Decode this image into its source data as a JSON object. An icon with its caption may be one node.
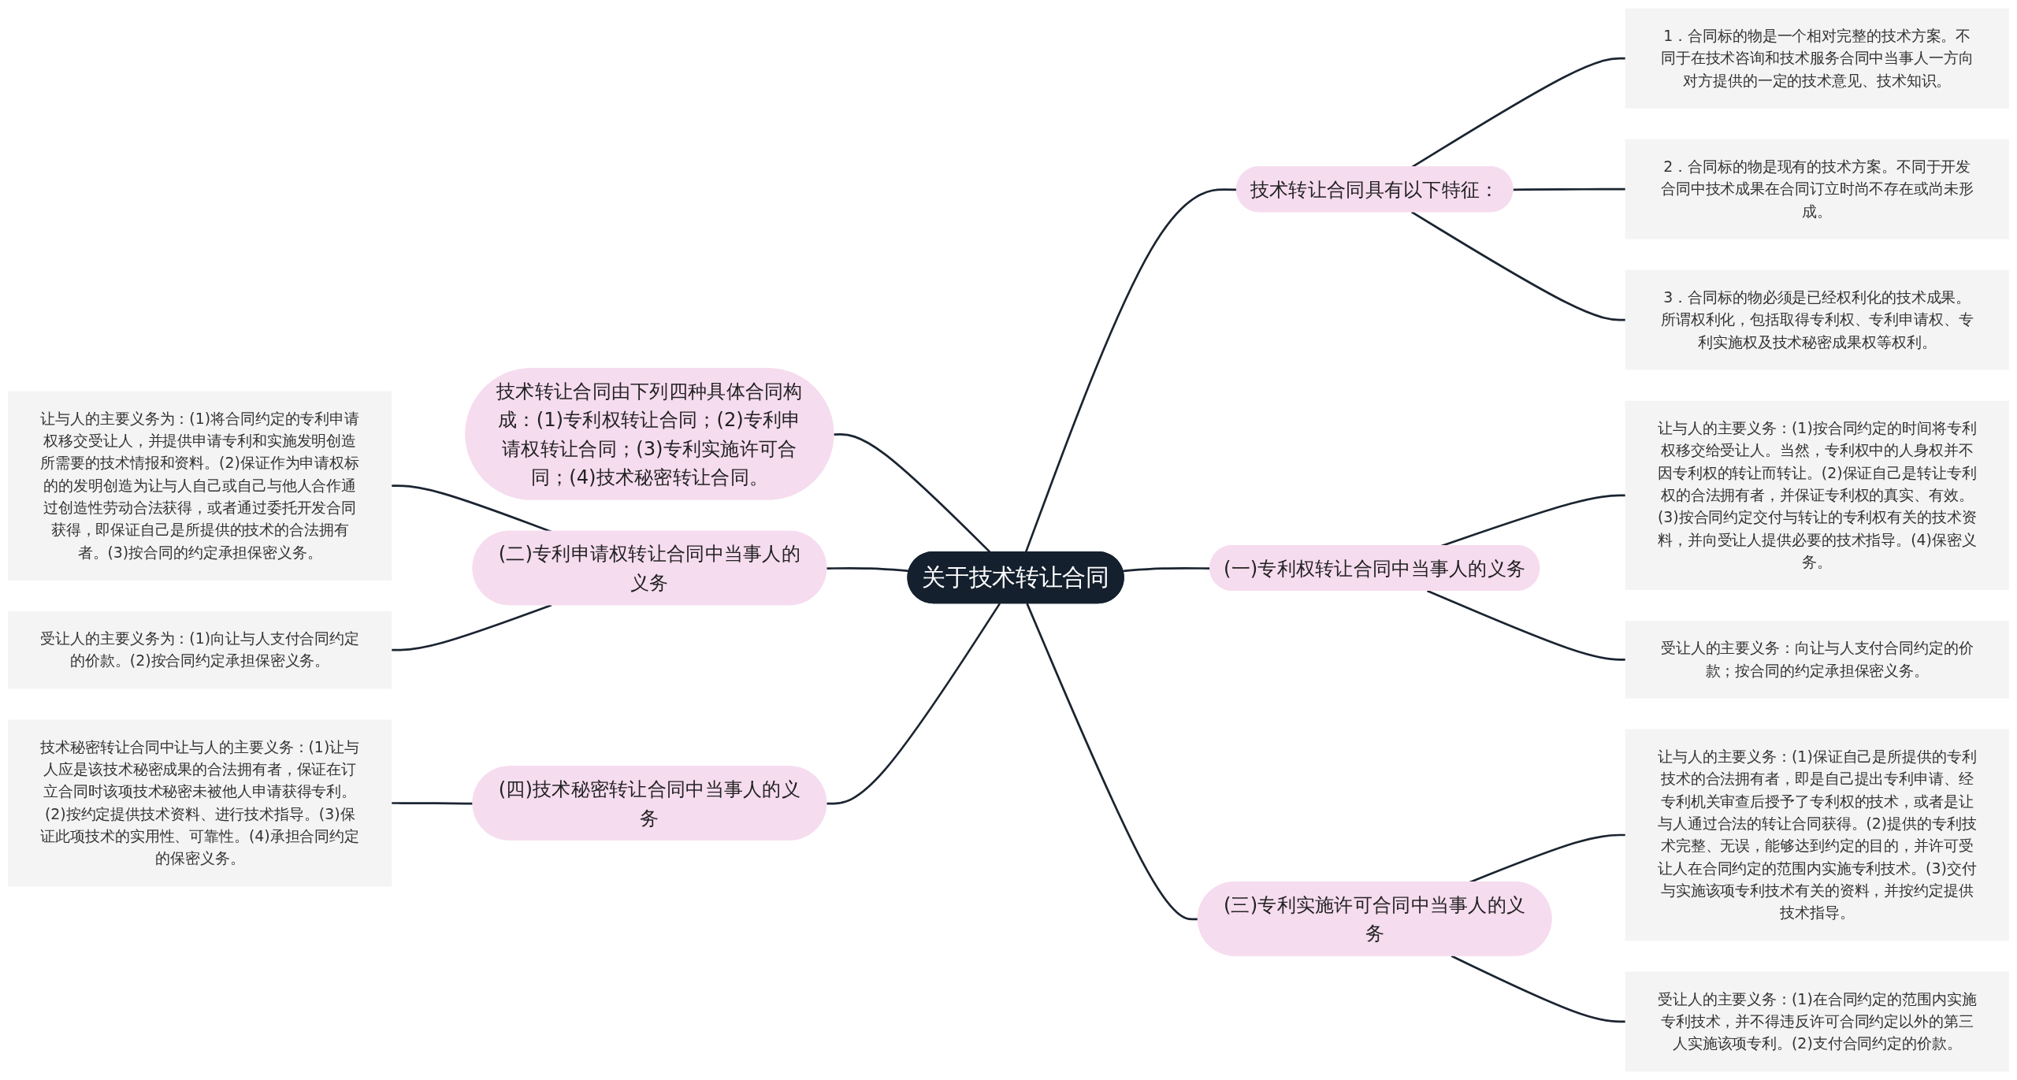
{
  "diagram": {
    "nodes": [
      {
        "text": [
          "关于技术转让合同"
        ]
      },
      {
        "text": [
          "技术转让合同具有以下特征："
        ]
      },
      {
        "text": [
          "1．合同标的物是一个相对完整的技术方案。不同于在技术咨询和技术服务合同中当事人一方向对方提供的一定的技术意见、技术知识。"
        ]
      },
      {
        "text": [
          "2．合同标的物是现有的技术方案。不同于开发合同中技术成果在合同订立时尚不存在或尚未形成。"
        ]
      },
      {
        "text": [
          "3．合同标的物必须是已经权利化的技术成果。所谓权利化，包括取得专利权、专利申请权、专利实施权及技术秘密成果权等权利。"
        ]
      },
      {
        "text": [
          "(一)专利权转让合同中当事人的义务"
        ]
      },
      {
        "text": [
          "让与人的主要义务：(1)按合同约定的时间将专利权移交给受让人。当然，专利权中的人身权并不因专利权的转让而转让。(2)保证自己是转让专利权的合法拥有者，并保证专利权的真实、有效。(3)按合同约定交付与转让的专利权有关的技术资料，并向受让人提供必要的技术指导。(4)保密义务。"
        ]
      },
      {
        "text": [
          "受让人的主要义务：向让与人支付合同约定的价款；按合同的约定承担保密义务。"
        ]
      },
      {
        "text": [
          "(三)专利实施许可合同中当事人的义务"
        ]
      },
      {
        "text": [
          "让与人的主要义务：(1)保证自己是所提供的专利技术的合法拥有者，即是自己提出专利申请、经专利机关审查后授予了专利权的技术，或者是让与人通过合法的转让合同获得。(2)提供的专利技术完整、无误，能够达到约定的目的，并许可受让人在合同约定的范围内实施专利技术。(3)交付与实施该项专利技术有关的资料，并按约定提供技术指导。"
        ]
      },
      {
        "text": [
          "受让人的主要义务：(1)在合同约定的范围内实施专利技术，并不得违反许可合同约定以外的第三人实施该项专利。(2)支付合同约定的价款。"
        ]
      },
      {
        "text": [
          "技术转让合同由下列四种具体合同构成：(1)专利权转让合同；(2)专利申请权转让合同；(3)专利实施许可合同；(4)技术秘密转让合同。"
        ]
      },
      {
        "text": [
          "(二)专利申请权转让合同中当事人的义务"
        ]
      },
      {
        "text": [
          "让与人的主要义务为：(1)将合同约定的专利申请权移交受让人，并提供申请专利和实施发明创造所需要的技术情报和资料。(2)保证作为申请权标的的发明创造为让与人自己或自己与他人合作通过创造性劳动合法获得，或者通过委托开发合同获得，即保证自己是所提供的技术的合法拥有者。(3)按合同的约定承担保密义务。"
        ]
      },
      {
        "text": [
          "受让人的主要义务为：(1)向让与人支付合同约定的价款。(2)按合同约定承担保密义务。"
        ]
      },
      {
        "text": [
          "(四)技术秘密转让合同中当事人的义务"
        ]
      },
      {
        "text": [
          "技术秘密转让合同中让与人的主要义务：(1)让与人应是该技术秘密成果的合法拥有者，保证在订立合同时该项技术秘密未被他人申请获得专利。(2)按约定提供技术资料、进行技术指导。(3)保证此项技术的实用性、可靠性。(4)承担合同约定的保密义务。"
        ]
      }
    ],
    "edges": [
      {
        "from": 0,
        "to": 1,
        "arrow": "none"
      },
      {
        "from": 1,
        "to": 2,
        "arrow": "none"
      },
      {
        "from": 1,
        "to": 3,
        "arrow": "none"
      },
      {
        "from": 1,
        "to": 4,
        "arrow": "none"
      },
      {
        "from": 0,
        "to": 5,
        "arrow": "none"
      },
      {
        "from": 5,
        "to": 6,
        "arrow": "none"
      },
      {
        "from": 5,
        "to": 7,
        "arrow": "none"
      },
      {
        "from": 0,
        "to": 8,
        "arrow": "none"
      },
      {
        "from": 8,
        "to": 9,
        "arrow": "none"
      },
      {
        "from": 8,
        "to": 10,
        "arrow": "none"
      },
      {
        "from": 11,
        "to": 0,
        "arrow": "none"
      },
      {
        "from": 12,
        "to": 0,
        "arrow": "none"
      },
      {
        "from": 13,
        "to": 12,
        "arrow": "none"
      },
      {
        "from": 14,
        "to": 12,
        "arrow": "none"
      },
      {
        "from": 15,
        "to": 0,
        "arrow": "none"
      },
      {
        "from": 16,
        "to": 15,
        "arrow": "none"
      }
    ]
  }
}
